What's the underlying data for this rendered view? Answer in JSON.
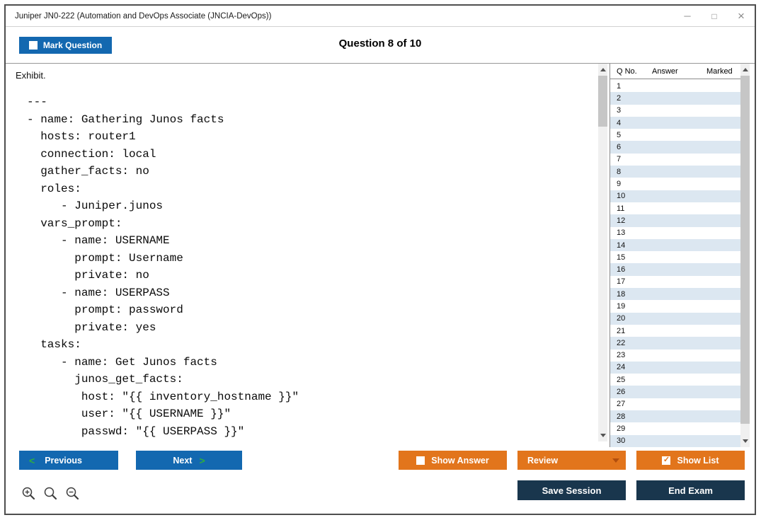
{
  "window": {
    "title": "Juniper JN0-222 (Automation and DevOps Associate (JNCIA-DevOps))"
  },
  "icons": {
    "minimize": "─",
    "maximize": "□",
    "close": "×",
    "check": "✓",
    "chevron_left": "<",
    "chevron_right": ">"
  },
  "header": {
    "mark_question": "Mark Question",
    "question_counter": "Question 8 of 10"
  },
  "exhibit": {
    "label": "Exhibit.",
    "code": "---\n- name: Gathering Junos facts\n  hosts: router1\n  connection: local\n  gather_facts: no\n  roles:\n     - Juniper.junos\n  vars_prompt:\n     - name: USERNAME\n       prompt: Username\n       private: no\n     - name: USERPASS\n       prompt: password\n       private: yes\n  tasks:\n     - name: Get Junos facts\n       junos_get_facts:\n        host: \"{{ inventory_hostname }}\"\n        user: \"{{ USERNAME }}\"\n        passwd: \"{{ USERPASS }}\""
  },
  "question_list": {
    "columns": [
      "Q No.",
      "Answer",
      "Marked"
    ],
    "rows": [
      "1",
      "2",
      "3",
      "4",
      "5",
      "6",
      "7",
      "8",
      "9",
      "10",
      "11",
      "12",
      "13",
      "14",
      "15",
      "16",
      "17",
      "18",
      "19",
      "20",
      "21",
      "22",
      "23",
      "24",
      "25",
      "26",
      "27",
      "28",
      "29",
      "30"
    ]
  },
  "footer": {
    "previous": "Previous",
    "next": "Next",
    "show_answer": "Show Answer",
    "review": "Review",
    "show_list": "Show List",
    "save_session": "Save Session",
    "end_exam": "End Exam"
  },
  "colors": {
    "accent_blue": "#1368b0",
    "accent_orange": "#e2751c",
    "accent_dark": "#19364d",
    "chevron_green": "#2fae3f",
    "row_stripe": "#dce7f1"
  }
}
